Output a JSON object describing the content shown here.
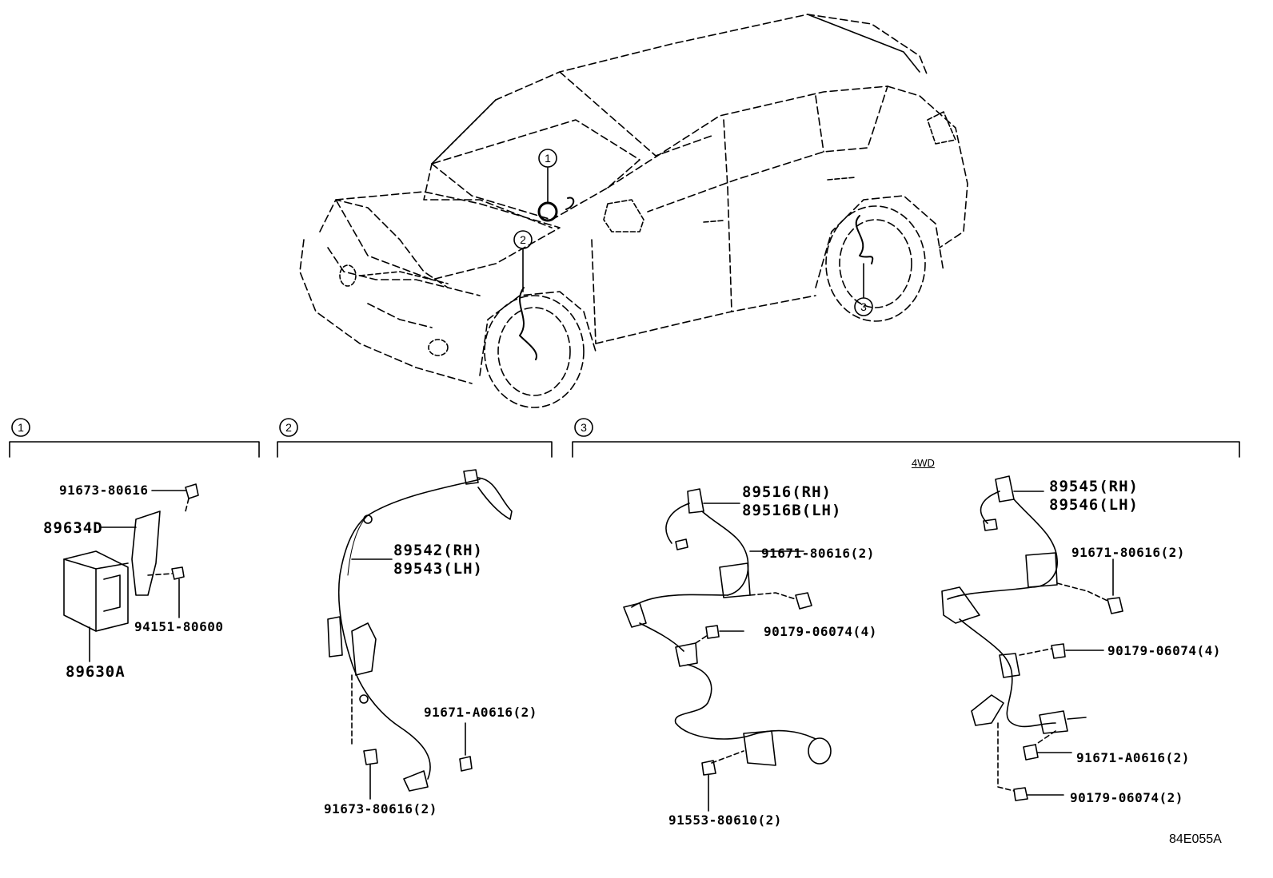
{
  "callouts": [
    "1",
    "2",
    "3"
  ],
  "sections": {
    "s1": {
      "number": "1",
      "parts": {
        "bolt": "91673-80616",
        "bracket": "89634D",
        "nut": "94151-80600",
        "module": "89630A"
      }
    },
    "s2": {
      "number": "2",
      "parts": {
        "sensor_rh": "89542(RH)",
        "sensor_lh": "89543(LH)",
        "bolt_a": "91671-A0616(2)",
        "bolt_b": "91673-80616(2)"
      }
    },
    "s3": {
      "number": "3",
      "note": "4WD",
      "left_group": {
        "sensor_rh": "89516(RH)",
        "sensor_lh": "89516B(LH)",
        "bolt": "91671-80616(2)",
        "clip": "90179-06074(4)",
        "bolt_b": "91553-80610(2)"
      },
      "right_group": {
        "sensor_rh": "89545(RH)",
        "sensor_lh": "89546(LH)",
        "bolt": "91671-80616(2)",
        "clip": "90179-06074(4)",
        "bolt_a": "91671-A0616(2)",
        "clip_b": "90179-06074(2)"
      }
    }
  },
  "diagram_code": "84E055A",
  "colors": {
    "ink": "#000000",
    "paper": "#ffffff"
  }
}
